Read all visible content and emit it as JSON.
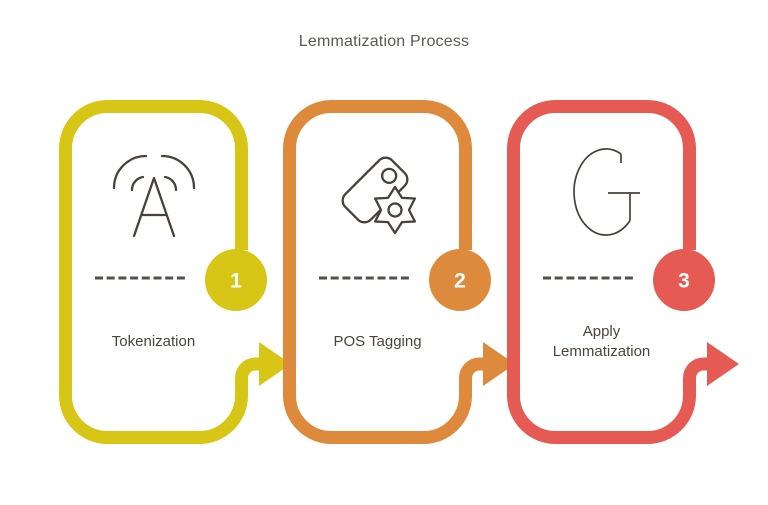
{
  "title": {
    "text": "Lemmatization Process",
    "color": "#5d5853"
  },
  "steps": [
    {
      "number": "1",
      "label": "Tokenization",
      "color": "#d8c616",
      "icon": "speech-recognition-icon"
    },
    {
      "number": "2",
      "label": "POS Tagging",
      "color": "#dd8a3c",
      "icon": "tag-gear-icon"
    },
    {
      "number": "3",
      "label": "Apply Lemmatization",
      "color": "#e55b53",
      "icon": "letter-g-icon"
    }
  ],
  "style": {
    "background": "#ffffff",
    "icon_stroke": "#4a4039",
    "dash_color": "#54504b",
    "label_color": "#4b443d",
    "number_color": "#ffffff",
    "title_color": "#5d5853"
  }
}
